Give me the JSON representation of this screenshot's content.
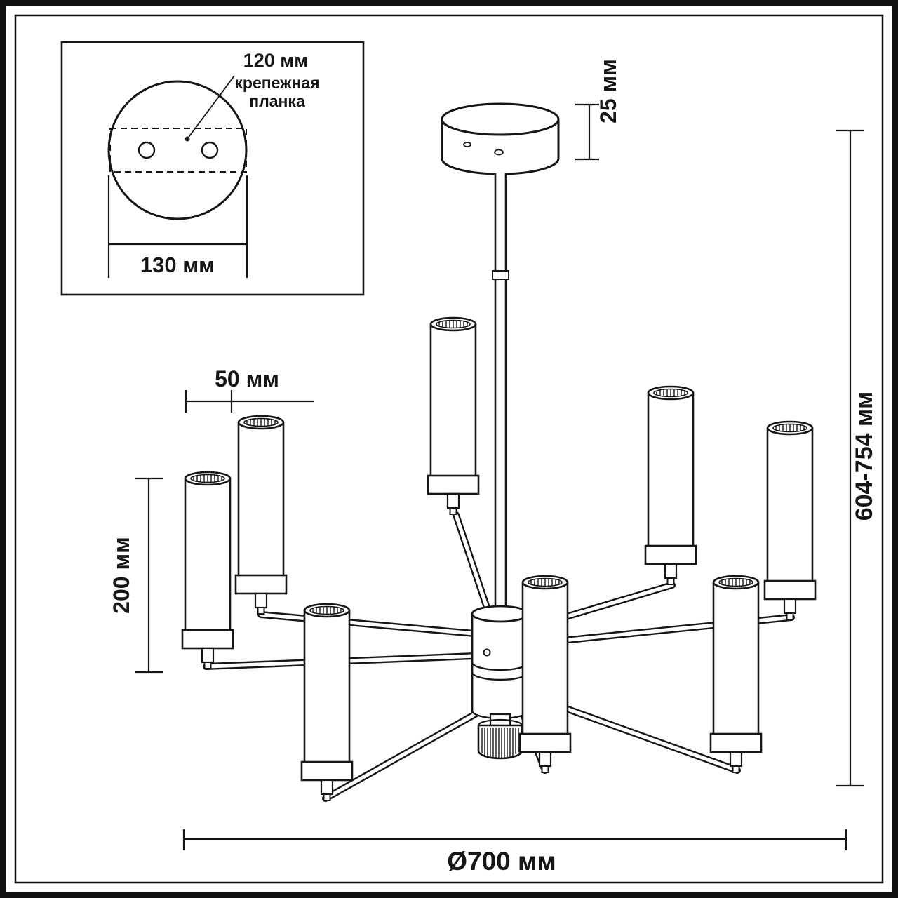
{
  "inset": {
    "hole_spacing": "120 мм",
    "bracket_line1": "крепежная",
    "bracket_line2": "планка",
    "plate_width": "130 мм"
  },
  "dims": {
    "canopy_height": "25 мм",
    "shade_diameter": "50 мм",
    "shade_height": "200 мм",
    "overall_height": "604-754 мм",
    "overall_diameter": "Ø700 мм"
  },
  "colors": {
    "line": "#161616",
    "background": "#ffffff"
  }
}
